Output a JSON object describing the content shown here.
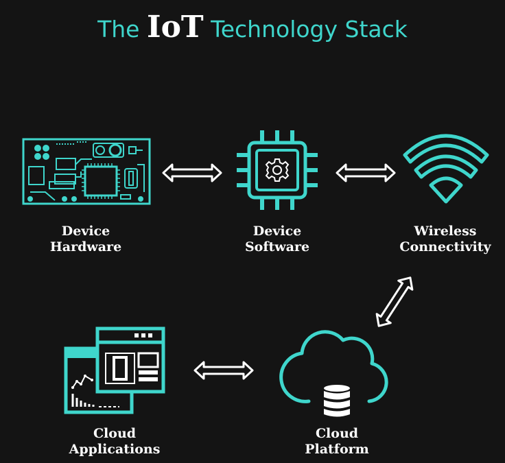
{
  "title": {
    "prefix": "The",
    "emphasis": "IoT",
    "suffix": "Technology Stack"
  },
  "colors": {
    "accent": "#3fd6cc",
    "background": "#141414",
    "text": "#ffffff"
  },
  "nodes": [
    {
      "id": "device-hardware",
      "icon": "circuit-board-icon",
      "line1": "Device",
      "line2": "Hardware"
    },
    {
      "id": "device-software",
      "icon": "chip-gear-icon",
      "line1": "Device",
      "line2": "Software"
    },
    {
      "id": "wireless-connectivity",
      "icon": "wifi-icon",
      "line1": "Wireless",
      "line2": "Connectivity"
    },
    {
      "id": "cloud-platform",
      "icon": "cloud-database-icon",
      "line1": "Cloud",
      "line2": "Platform"
    },
    {
      "id": "cloud-applications",
      "icon": "app-windows-icon",
      "line1": "Cloud",
      "line2": "Applications"
    }
  ],
  "connections": [
    {
      "from": "device-hardware",
      "to": "device-software",
      "type": "bidirectional"
    },
    {
      "from": "device-software",
      "to": "wireless-connectivity",
      "type": "bidirectional"
    },
    {
      "from": "wireless-connectivity",
      "to": "cloud-platform",
      "type": "bidirectional"
    },
    {
      "from": "cloud-platform",
      "to": "cloud-applications",
      "type": "bidirectional"
    }
  ]
}
